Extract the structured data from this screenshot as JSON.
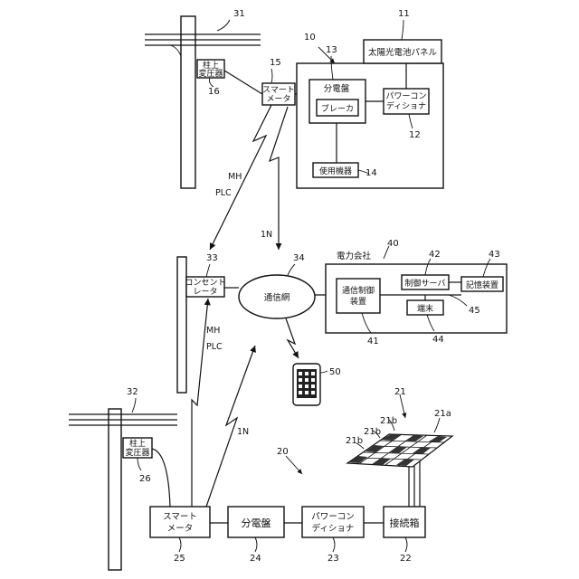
{
  "labels": {
    "solar_panel": "太陽光電池パネル",
    "distribution_board_top": "分電盤",
    "breaker": "ブレーカ",
    "power_conditioner_top_1": "パワーコン",
    "power_conditioner_top_2": "ディショナ",
    "appliance": "使用機器",
    "smart_meter_top_1": "スマート",
    "smart_meter_top_2": "メータ",
    "pole_transformer_top_1": "柱上",
    "pole_transformer_top_2": "変圧器",
    "outlet_1": "コンセント",
    "outlet_2": "レータ",
    "network": "通信網",
    "power_company": "電力会社",
    "comm_control_1": "通信制御",
    "comm_control_2": "装置",
    "control_server": "制御サーバ",
    "storage": "記憶装置",
    "terminal": "端末",
    "pole_transformer_bot_1": "柱上",
    "pole_transformer_bot_2": "変圧器",
    "smart_meter_bot_1": "スマート",
    "smart_meter_bot_2": "メータ",
    "distribution_board_bot": "分電盤",
    "power_conditioner_bot_1": "パワーコン",
    "power_conditioner_bot_2": "ディショナ",
    "junction_box": "接続箱",
    "mh_top": "MH",
    "plc_top": "PLC",
    "one_n_top": "1N",
    "mh_bot": "MH",
    "plc_bot": "PLC",
    "one_n_bot": "1N"
  },
  "refs": {
    "r31": "31",
    "r11": "11",
    "r10": "10",
    "r13": "13",
    "r15": "15",
    "r16": "16",
    "r12": "12",
    "r14": "14",
    "r33": "33",
    "r34": "34",
    "r40": "40",
    "r42": "42",
    "r43": "43",
    "r45": "45",
    "r41": "41",
    "r44": "44",
    "r50": "50",
    "r21": "21",
    "r21a": "21a",
    "r21b_1": "21b",
    "r21b_2": "21b",
    "r21b_3": "21b",
    "r32": "32",
    "r26": "26",
    "r20": "20",
    "r25": "25",
    "r24": "24",
    "r23": "23",
    "r22": "22"
  }
}
